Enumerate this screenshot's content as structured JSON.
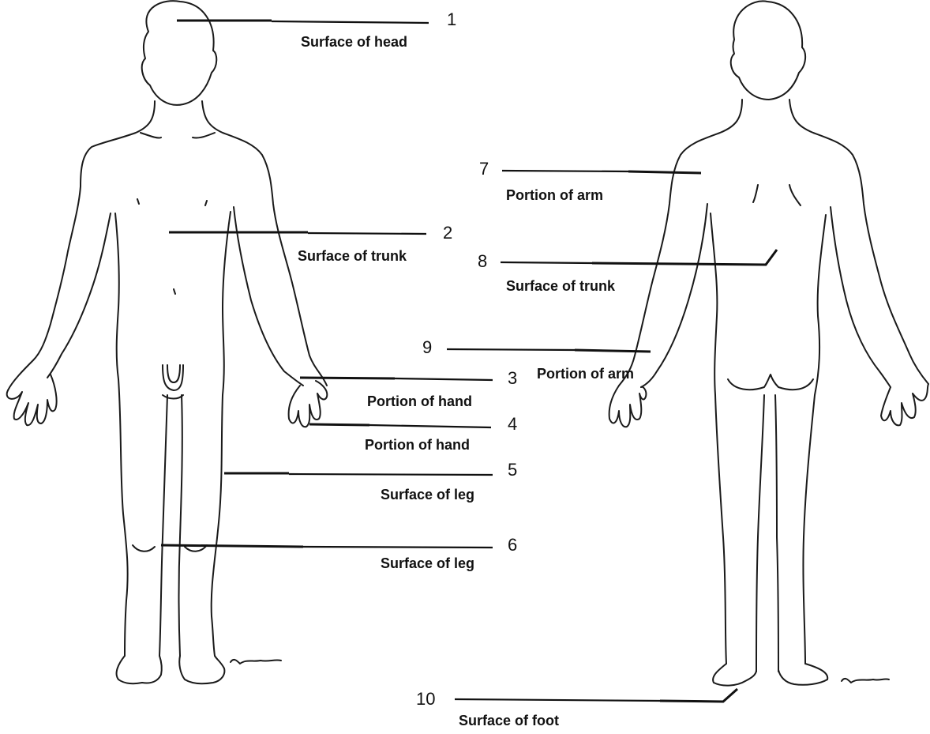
{
  "sites": [
    {
      "number": "1",
      "label": "Surface of head"
    },
    {
      "number": "2",
      "label": "Surface of trunk"
    },
    {
      "number": "3",
      "label": "Portion of hand"
    },
    {
      "number": "4",
      "label": "Portion of hand"
    },
    {
      "number": "5",
      "label": "Surface of leg"
    },
    {
      "number": "6",
      "label": "Surface of leg"
    },
    {
      "number": "7",
      "label": "Portion of arm"
    },
    {
      "number": "8",
      "label": "Surface of trunk"
    },
    {
      "number": "9",
      "label": "Portion of arm"
    },
    {
      "number": "10",
      "label": "Surface of foot"
    }
  ]
}
